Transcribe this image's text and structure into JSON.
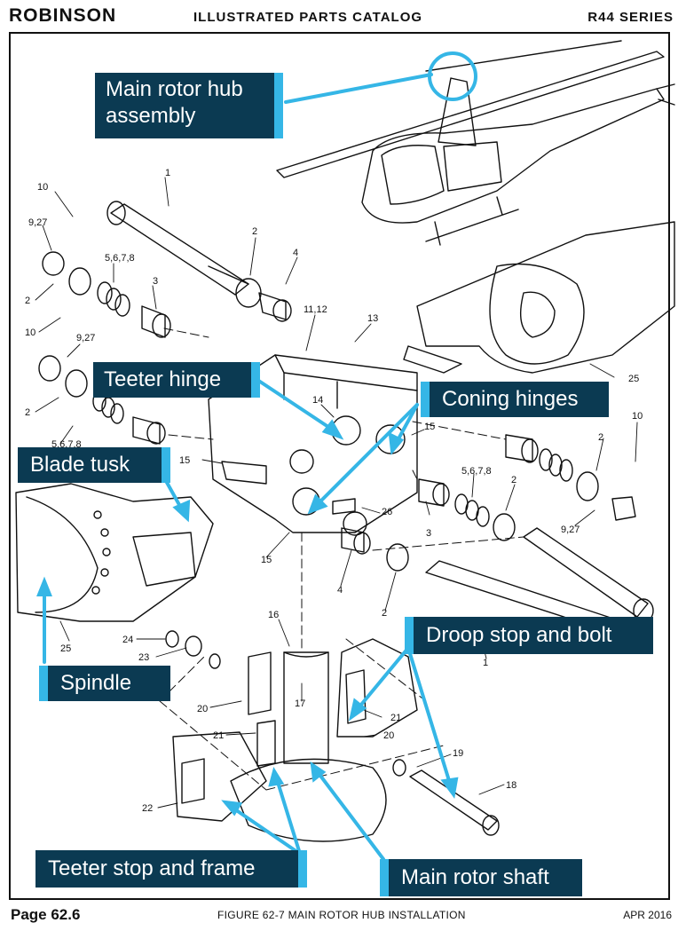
{
  "header": {
    "brand": "ROBINSON",
    "catalog": "ILLUSTRATED PARTS CATALOG",
    "series": "R44 SERIES"
  },
  "callouts": {
    "hub": [
      "Main rotor hub",
      "assembly"
    ],
    "teeter_hinge": "Teeter hinge",
    "coning_hinges": "Coning hinges",
    "blade_tusk": "Blade tusk",
    "droop_stop": "Droop stop and bolt",
    "spindle": "Spindle",
    "teeter_stop": "Teeter stop and frame",
    "main_shaft": "Main rotor shaft"
  },
  "part_numbers": {
    "p1a": "1",
    "p10a": "10",
    "p927a": "9,27",
    "p2a": "2",
    "p5678a": "5,6,7,8",
    "p3a": "3",
    "p2b": "2",
    "p4a": "4",
    "p1112": "11,12",
    "p13": "13",
    "p10b": "10",
    "p927b": "9,27",
    "p2c": "2",
    "p5678b": "5,6,7,8",
    "p14": "14",
    "p15a": "15",
    "p15b": "15",
    "p15c": "15",
    "p25a": "25",
    "p10c": "10",
    "p2d": "2",
    "p5678c": "5,6,7,8",
    "p2e": "2",
    "p3b": "3",
    "p927c": "9,27",
    "p26": "26",
    "p4b": "4",
    "p2f": "2",
    "p25b": "25",
    "p1b": "1",
    "p16": "16",
    "p24": "24",
    "p23": "23",
    "p17": "17",
    "p20a": "20",
    "p21a": "21",
    "p21b": "21",
    "p20b": "20",
    "p19": "19",
    "p18": "18",
    "p22": "22"
  },
  "footer": {
    "page": "Page 62.6",
    "figure": "FIGURE 62-7  MAIN ROTOR HUB INSTALLATION",
    "date": "APR 2016"
  },
  "colors": {
    "callout_bg": "#0b3a52",
    "callout_accent": "#35b6e6"
  }
}
